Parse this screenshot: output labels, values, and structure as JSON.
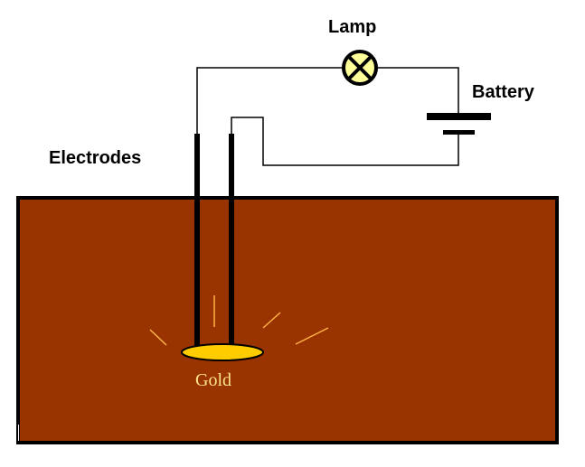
{
  "labels": {
    "lamp": "Lamp",
    "battery": "Battery",
    "electrodes": "Electrodes",
    "gold": "Gold"
  },
  "colors": {
    "soil": "#993300",
    "gold_fill": "#FFCC00",
    "gold_label": "#FFE38A",
    "spark": "#FFB347",
    "lamp_fill": "#FFFF99",
    "wire": "#000000"
  }
}
